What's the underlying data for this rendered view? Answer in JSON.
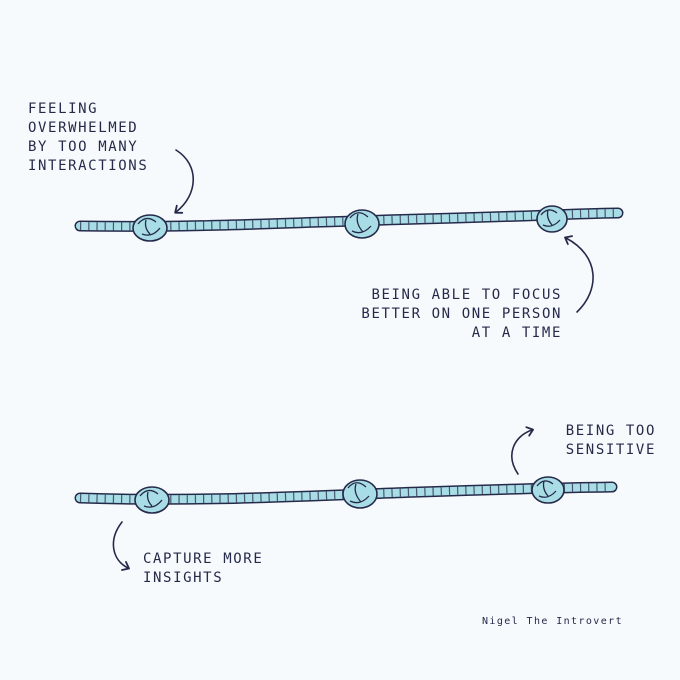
{
  "annotations": {
    "overwhelmed": [
      "FEELING",
      "OVERWHELMED",
      "BY TOO MANY",
      "INTERACTIONS"
    ],
    "focus": [
      "BEING ABLE TO FOCUS",
      "BETTER ON ONE PERSON",
      "AT A TIME"
    ],
    "sensitive": [
      "BEING TOO",
      "SENSITIVE"
    ],
    "insights": [
      "CAPTURE MORE",
      "INSIGHTS"
    ]
  },
  "signature": "Nigel The Introvert",
  "colors": {
    "background": "#f6fafc",
    "rope_fill": "#a8dde6",
    "rope_stroke": "#262a4a",
    "text": "#262a4a"
  }
}
